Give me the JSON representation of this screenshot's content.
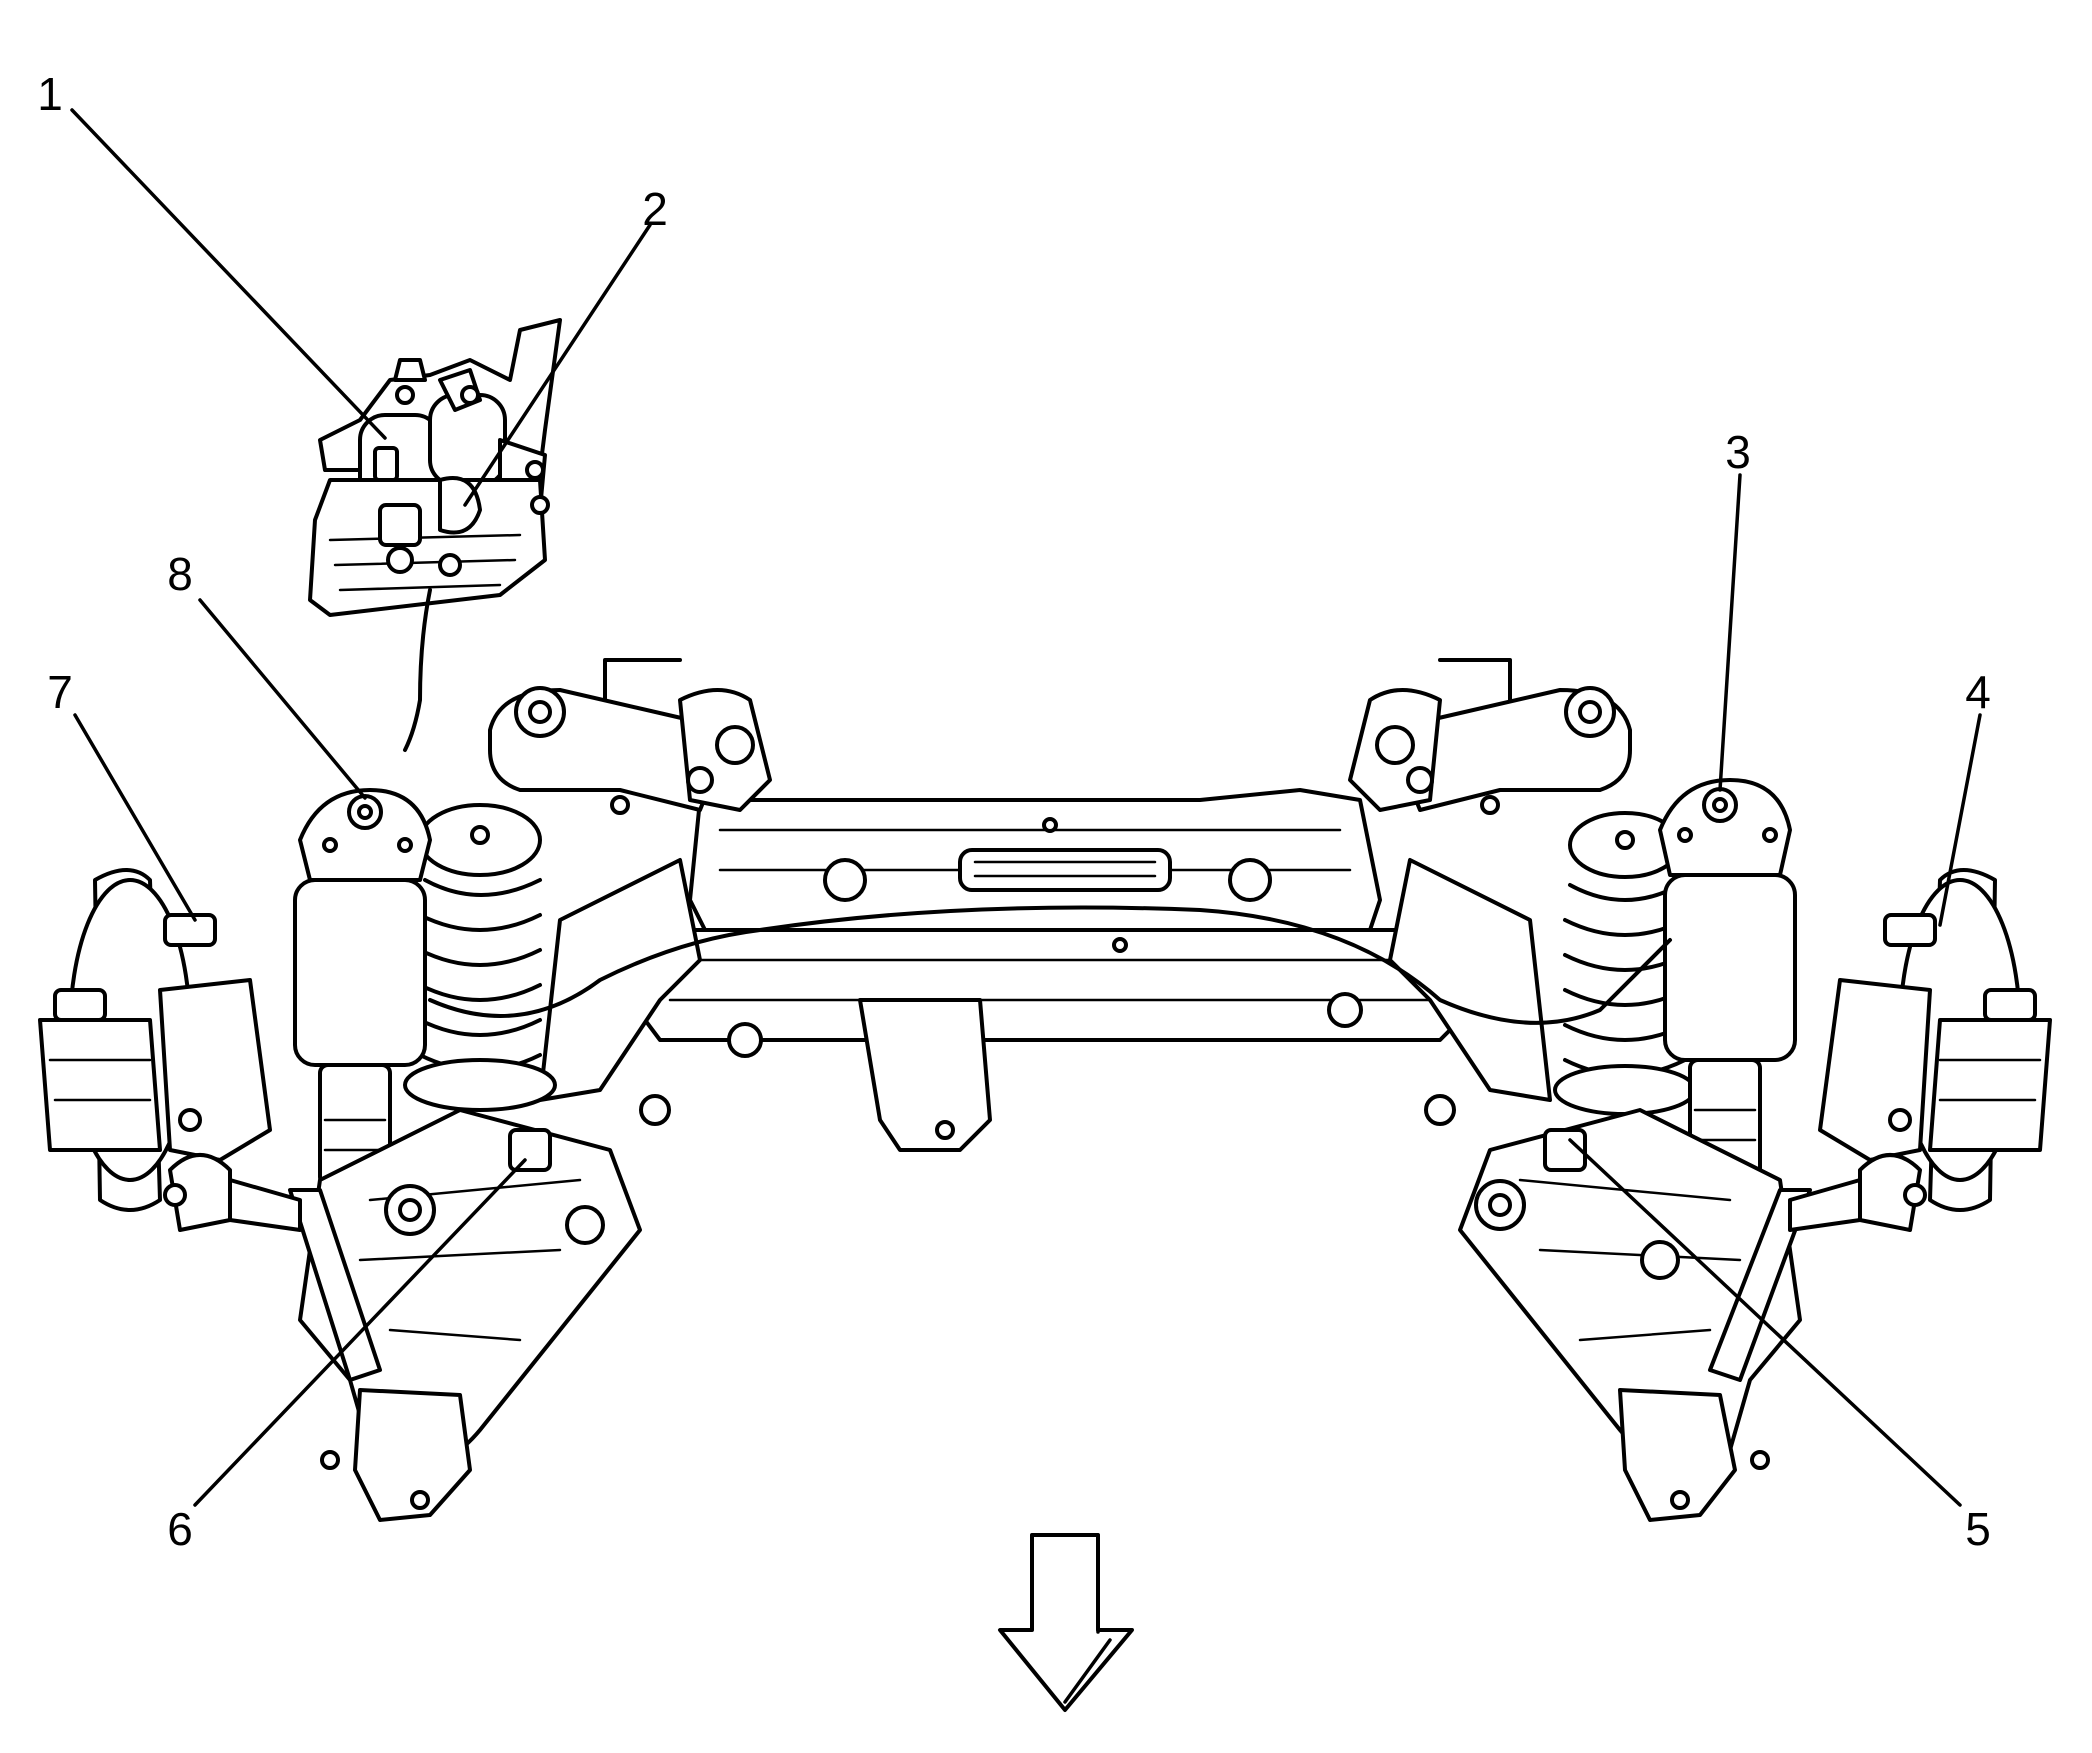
{
  "diagram": {
    "callouts": [
      {
        "id": "1",
        "label": "1"
      },
      {
        "id": "2",
        "label": "2"
      },
      {
        "id": "3",
        "label": "3"
      },
      {
        "id": "4",
        "label": "4"
      },
      {
        "id": "5",
        "label": "5"
      },
      {
        "id": "6",
        "label": "6"
      },
      {
        "id": "7",
        "label": "7"
      },
      {
        "id": "8",
        "label": "8"
      }
    ],
    "direction_arrow": "down",
    "colors": {
      "line": "#000000",
      "background": "#ffffff"
    }
  }
}
